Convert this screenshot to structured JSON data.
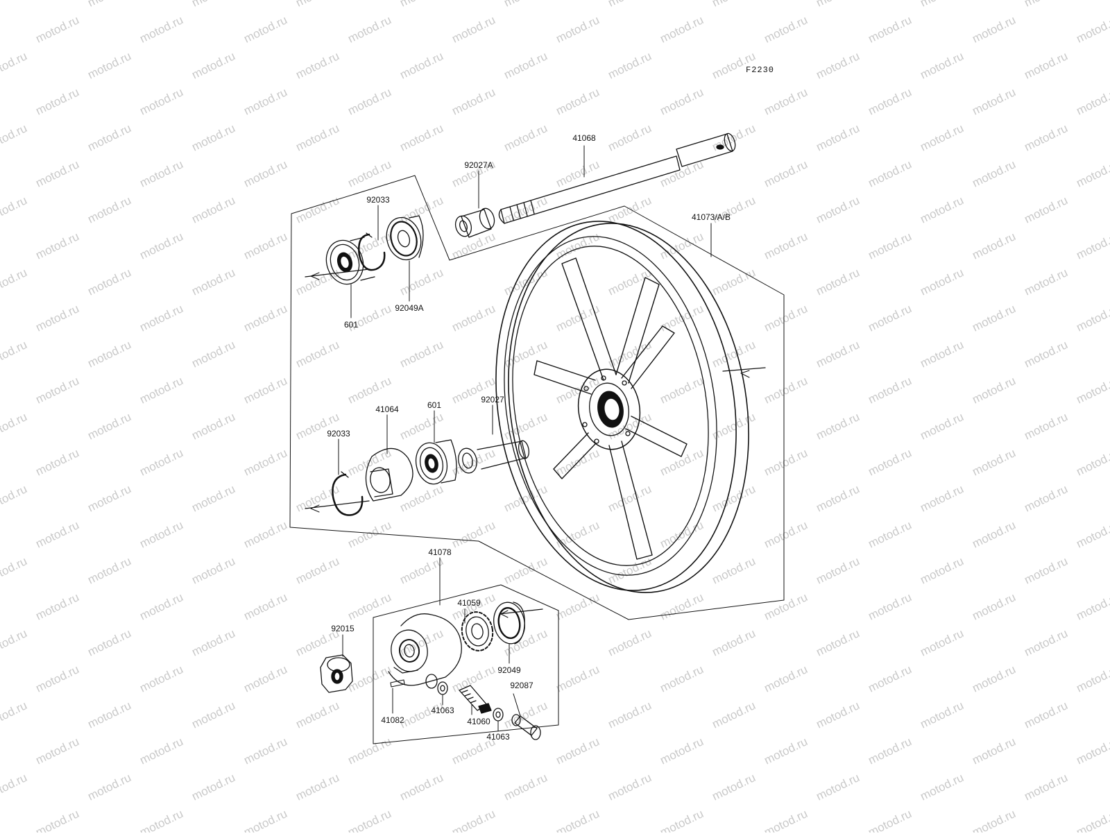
{
  "diagram": {
    "code": "F2230",
    "watermark": "motod.ru",
    "colors": {
      "line": "#111111",
      "watermark": "#c9c9c9",
      "background": "#ffffff"
    },
    "parts": [
      {
        "id": "41068",
        "label": "41068"
      },
      {
        "id": "92027A",
        "label": "92027A"
      },
      {
        "id": "92033-top",
        "label": "92033"
      },
      {
        "id": "41073",
        "label": "41073/A/B"
      },
      {
        "id": "601-top",
        "label": "601"
      },
      {
        "id": "92049A",
        "label": "92049A"
      },
      {
        "id": "41064",
        "label": "41064"
      },
      {
        "id": "601-mid",
        "label": "601"
      },
      {
        "id": "92027",
        "label": "92027"
      },
      {
        "id": "92033-mid",
        "label": "92033"
      },
      {
        "id": "41078",
        "label": "41078"
      },
      {
        "id": "41059",
        "label": "41059"
      },
      {
        "id": "92015",
        "label": "92015"
      },
      {
        "id": "92049",
        "label": "92049"
      },
      {
        "id": "92087",
        "label": "92087"
      },
      {
        "id": "41063-a",
        "label": "41063"
      },
      {
        "id": "41060",
        "label": "41060"
      },
      {
        "id": "41082",
        "label": "41082"
      },
      {
        "id": "41063-b",
        "label": "41063"
      }
    ]
  }
}
